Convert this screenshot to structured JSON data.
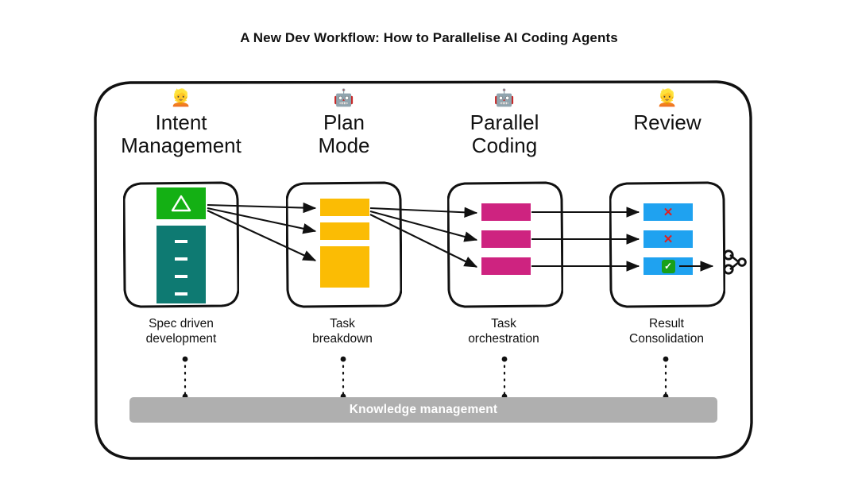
{
  "title": "A New Dev Workflow: How to Parallelise AI Coding Agents",
  "stages": [
    {
      "emoji": "👱",
      "icon_name": "person-emoji",
      "title": "Intent\nManagement",
      "caption": "Spec driven\ndevelopment"
    },
    {
      "emoji": "🤖",
      "icon_name": "robot-emoji",
      "title": "Plan\nMode",
      "caption": "Task\nbreakdown"
    },
    {
      "emoji": "🤖",
      "icon_name": "robot-emoji",
      "title": "Parallel\nCoding",
      "caption": "Task\norchestration"
    },
    {
      "emoji": "👱",
      "icon_name": "person-emoji",
      "title": "Review",
      "caption": "Result\nConsolidation"
    }
  ],
  "cards": {
    "intent": {
      "spec_block_symbol": "Δ",
      "spec_block_color": "#14B014",
      "detail_block_color": "#0E7A72",
      "detail_line_count": 4
    },
    "plan": {
      "task_color": "#FBBC04",
      "task_count": 3
    },
    "parallel": {
      "task_color": "#CE2380",
      "task_count": 3
    },
    "review": {
      "result_color": "#1FA2F0",
      "results": [
        {
          "status": "fail",
          "symbol": "✕"
        },
        {
          "status": "fail",
          "symbol": "✕"
        },
        {
          "status": "pass",
          "symbol": "✓"
        }
      ]
    }
  },
  "merge": {
    "icon_name": "git-merge-icon"
  },
  "knowledge_bar": {
    "label": "Knowledge management",
    "color": "#AFAFAF"
  },
  "colors": {
    "green": "#14B014",
    "teal": "#0E7A72",
    "amber": "#FBBC04",
    "magenta": "#CE2380",
    "blue": "#1FA2F0",
    "fail": "#E02020",
    "pass": "#19A019",
    "gray": "#AFAFAF",
    "ink": "#111111"
  }
}
